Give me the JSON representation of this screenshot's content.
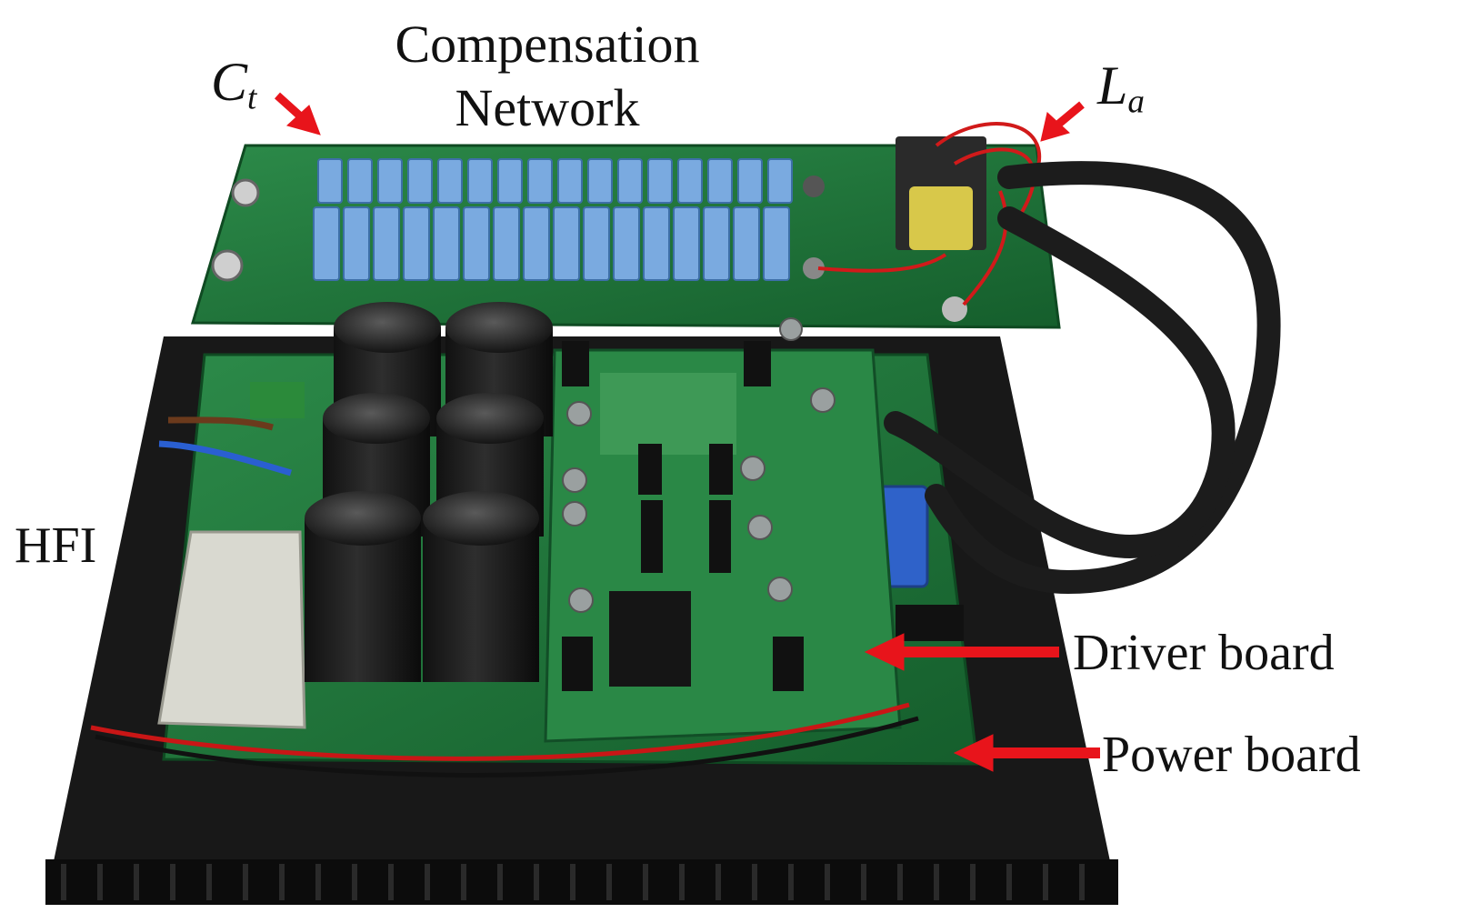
{
  "labels": {
    "compensation_line1": "Compensation",
    "compensation_line2": "Network",
    "ct_main": "C",
    "ct_sub": "t",
    "la_main": "L",
    "la_sub": "a",
    "hfi": "HFI",
    "driver_board": "Driver board",
    "power_board": "Power board"
  },
  "colors": {
    "arrow": "#e8141b",
    "pcb": "#1f7a3c",
    "capacitor_blue": "#6fa0d8",
    "electrolytic": "#1b1b1b",
    "heatsink": "#141414"
  }
}
